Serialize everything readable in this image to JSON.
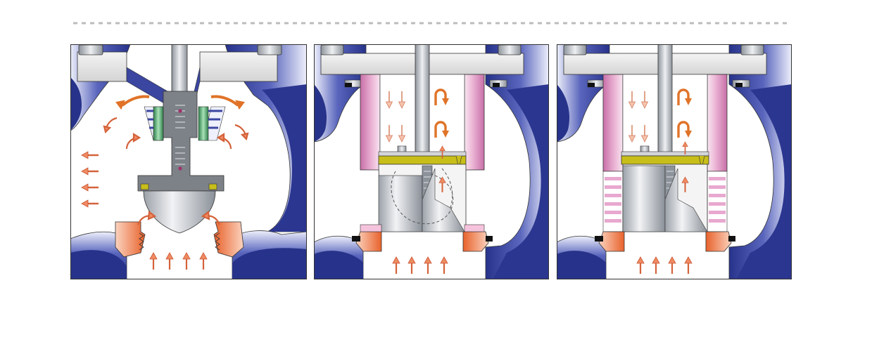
{
  "figure": {
    "panels": [
      {
        "id": "plug-valve"
      },
      {
        "id": "cage-valve-unbalanced"
      },
      {
        "id": "cage-valve-balanced"
      }
    ]
  },
  "colors": {
    "body_blue": "#2d3a94",
    "body_light": "#e8ecfa",
    "steel": "#9aa0a8",
    "steel_light": "#e4e7ea",
    "bonnet": "#e6e6e6",
    "cage_pink": "#c86fa8",
    "cage_light": "#f6e2ef",
    "seat_orange": "#e8622c",
    "seat_light": "#fbd3bf",
    "arrow_salmon": "#e8825a",
    "arrow_orange": "#d8641e",
    "ring_green": "#3db061",
    "packing_yellow": "#c8be1a",
    "outline": "#333333",
    "dash": "#bbbbbb"
  }
}
